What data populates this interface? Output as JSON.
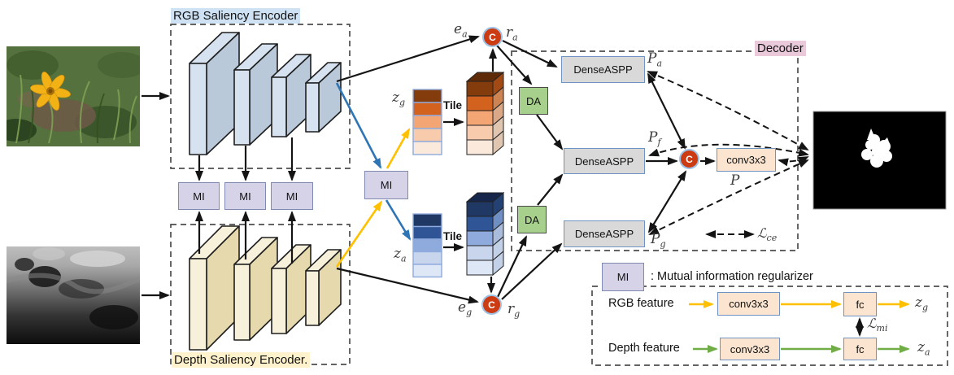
{
  "encoders": {
    "rgb_label": "RGB Saliency Encoder",
    "depth_label": "Depth Saliency Encoder.",
    "mi_label": "MI"
  },
  "bottleneck": {
    "tile_label": "Tile",
    "concat_label": "C",
    "zg": {
      "base": "z",
      "sub": "g"
    },
    "za": {
      "base": "z",
      "sub": "a"
    },
    "ea": {
      "base": "e",
      "sub": "a"
    },
    "ra": {
      "base": "r",
      "sub": "a"
    },
    "eg": {
      "base": "e",
      "sub": "g"
    },
    "rg": {
      "base": "r",
      "sub": "g"
    }
  },
  "decoder": {
    "title": "Decoder",
    "denseaspp_label": "DenseASPP",
    "da_label": "DA",
    "conv_label": "conv3x3",
    "pa": {
      "base": "P",
      "sub": "a"
    },
    "pf": {
      "base": "P",
      "sub": "f"
    },
    "pg": {
      "base": "P",
      "sub": "g"
    },
    "p": {
      "base": "P",
      "sub": ""
    },
    "lce": {
      "base": "ℒ",
      "sub": "ce"
    }
  },
  "legend": {
    "mi_label": "MI",
    "mi_desc": ": Mutual information regularizer",
    "rgb_row": {
      "name": "RGB feature",
      "conv": "conv3x3",
      "fc": "fc",
      "out": {
        "base": "z",
        "sub": "g"
      }
    },
    "depth_row": {
      "name": "Depth feature",
      "conv": "conv3x3",
      "fc": "fc",
      "out": {
        "base": "z",
        "sub": "a"
      }
    },
    "lmi": {
      "base": "ℒ",
      "sub": "mi"
    }
  },
  "palette": {
    "rgb_line": "#2e75b6",
    "depth_line": "#ffc000",
    "green_line": "#70ad47",
    "black_line": "#141414",
    "concat_fill": "#cc3b12",
    "concat_border": "#9dc3e6",
    "mi_fill": "#d6d3e8",
    "mi_border": "#8089b0",
    "da_fill": "#a8d08d",
    "da_border": "#4a4a4a",
    "dense_fill": "#d9d9d9",
    "dense_border": "#6f94c4",
    "conv_fill": "#fbe5d0",
    "conv_border": "#6f94c4",
    "hl_rgb": "#cfe2f3",
    "hl_depth": "#fff2cc",
    "hl_decoder": "#e9c9da",
    "rgb_slab": "#d6e2f0",
    "rgb_slab_side": "#b9c9da",
    "depth_slab": "#f7f0da",
    "depth_slab_side": "#e7d9ae",
    "zg_cells": [
      "#843c0c",
      "#d2621e",
      "#f3a673",
      "#f8cbad",
      "#fbe9dc"
    ],
    "zg_side": [
      "#5e2a08",
      "#a34a14",
      "#cd8452",
      "#daa887",
      "#e0c6b0"
    ],
    "za_cells": [
      "#1f3864",
      "#2f5597",
      "#8faadc",
      "#c9d5ec",
      "#dde7f5"
    ],
    "za_side": [
      "#15264a",
      "#234173",
      "#6f8fc4",
      "#a9bcdc",
      "#c2d0e8"
    ]
  }
}
